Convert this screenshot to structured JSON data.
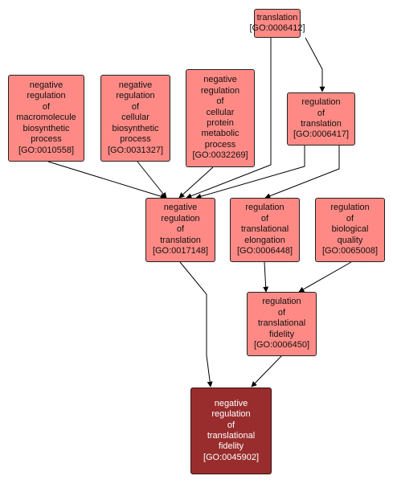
{
  "nodes": [
    {
      "key": "n0006412",
      "lines": [
        "translation"
      ],
      "id": "[GO:0006412]",
      "target": false
    },
    {
      "key": "n0010558",
      "lines": [
        "negative",
        "regulation",
        "of",
        "macromolecule",
        "biosynthetic",
        "process"
      ],
      "id": "[GO:0010558]",
      "target": false
    },
    {
      "key": "n0031327",
      "lines": [
        "negative",
        "regulation",
        "of",
        "cellular",
        "biosynthetic",
        "process"
      ],
      "id": "[GO:0031327]",
      "target": false
    },
    {
      "key": "n0032269",
      "lines": [
        "negative",
        "regulation",
        "of",
        "cellular",
        "protein",
        "metabolic",
        "process"
      ],
      "id": "[GO:0032269]",
      "target": false
    },
    {
      "key": "n0006417",
      "lines": [
        "regulation",
        "of",
        "translation"
      ],
      "id": "[GO:0006417]",
      "target": false
    },
    {
      "key": "n0017148",
      "lines": [
        "negative",
        "regulation",
        "of",
        "translation"
      ],
      "id": "[GO:0017148]",
      "target": false
    },
    {
      "key": "n0006448",
      "lines": [
        "regulation",
        "of",
        "translational",
        "elongation"
      ],
      "id": "[GO:0006448]",
      "target": false
    },
    {
      "key": "n0065008",
      "lines": [
        "regulation",
        "of",
        "biological",
        "quality"
      ],
      "id": "[GO:0065008]",
      "target": false
    },
    {
      "key": "n0006450",
      "lines": [
        "regulation",
        "of",
        "translational",
        "fidelity"
      ],
      "id": "[GO:0006450]",
      "target": false
    },
    {
      "key": "n0045902",
      "lines": [
        "negative",
        "regulation",
        "of",
        "translational",
        "fidelity"
      ],
      "id": "[GO:0045902]",
      "target": true
    }
  ],
  "edges": [
    {
      "from": "n0006412",
      "to": "n0006417"
    },
    {
      "from": "n0006412",
      "to": "n0017148"
    },
    {
      "from": "n0010558",
      "to": "n0017148"
    },
    {
      "from": "n0031327",
      "to": "n0017148"
    },
    {
      "from": "n0032269",
      "to": "n0017148"
    },
    {
      "from": "n0006417",
      "to": "n0017148"
    },
    {
      "from": "n0006417",
      "to": "n0006448"
    },
    {
      "from": "n0017148",
      "to": "n0045902"
    },
    {
      "from": "n0006448",
      "to": "n0006450"
    },
    {
      "from": "n0065008",
      "to": "n0006450"
    },
    {
      "from": "n0006450",
      "to": "n0045902"
    }
  ],
  "colors": {
    "node_fill": "#ff8a85",
    "target_fill": "#992d2d",
    "edge": "#000000"
  }
}
